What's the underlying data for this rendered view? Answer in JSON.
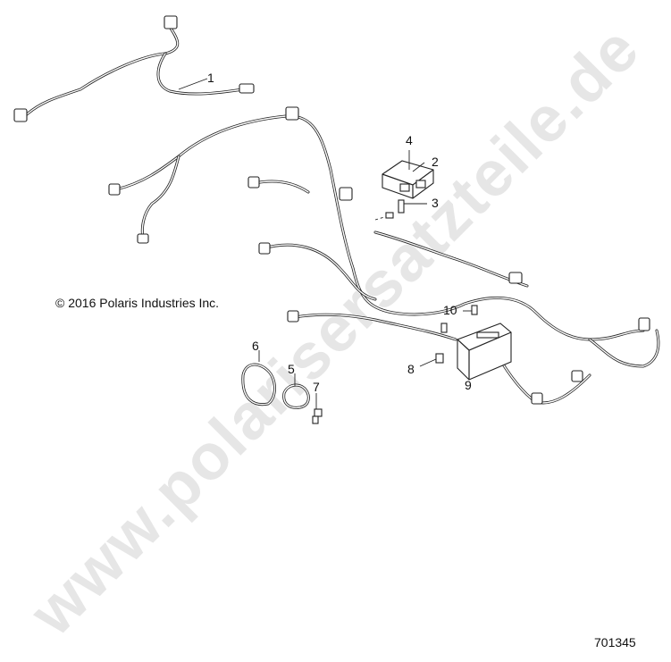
{
  "copyright": "© 2016 Polaris Industries Inc.",
  "document_number": "701345",
  "watermark": "www.polarisersatzteile.de",
  "callouts": [
    {
      "id": "1",
      "label": "1"
    },
    {
      "id": "2",
      "label": "2"
    },
    {
      "id": "3",
      "label": "3"
    },
    {
      "id": "4",
      "label": "4"
    },
    {
      "id": "5",
      "label": "5"
    },
    {
      "id": "6",
      "label": "6"
    },
    {
      "id": "7",
      "label": "7"
    },
    {
      "id": "8",
      "label": "8"
    },
    {
      "id": "9",
      "label": "9"
    },
    {
      "id": "10",
      "label": "10"
    }
  ]
}
